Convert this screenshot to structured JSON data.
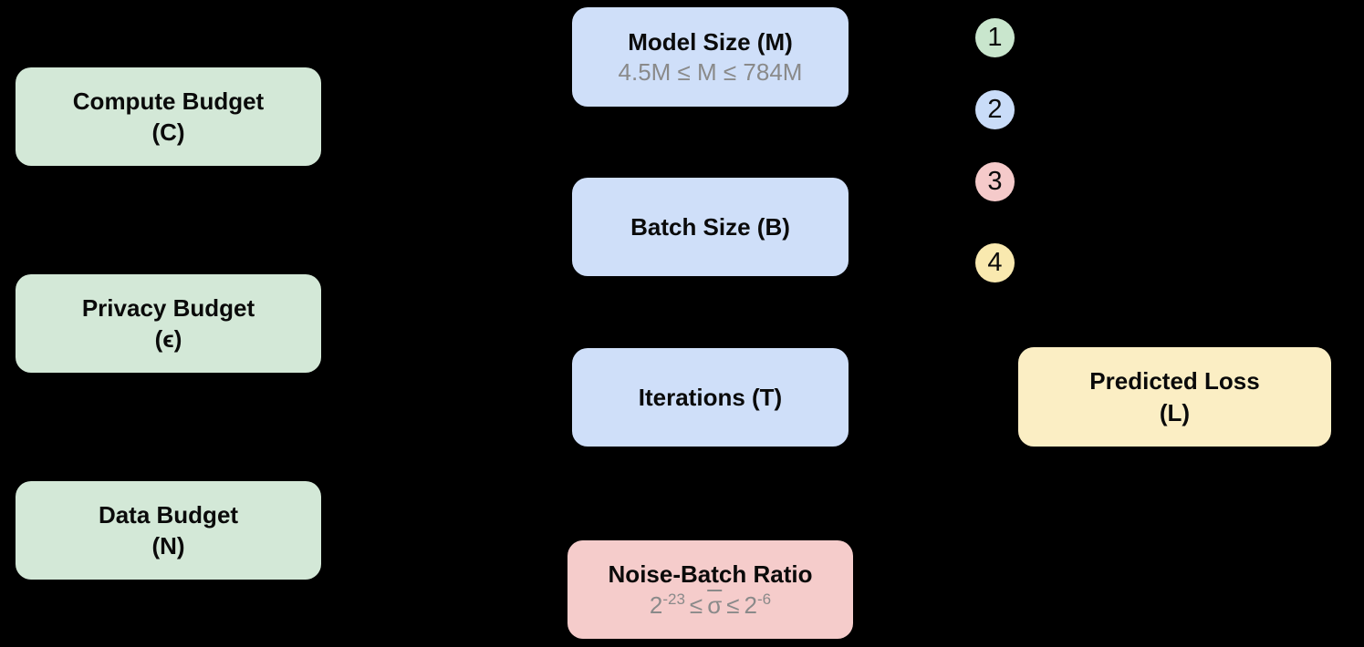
{
  "colors": {
    "background": "#000000",
    "node_green": "#d3e8d7",
    "node_blue": "#cfdff9",
    "node_pink": "#f5cccb",
    "node_yellow": "#fbeec4",
    "circle_green": "#c9e6cd",
    "circle_blue": "#c9dcf8",
    "circle_pink": "#f5caca",
    "circle_yellow": "#f9e9af",
    "subtitle_gray": "#8a8a8a",
    "title_text": "#0a0a0a"
  },
  "budget_nodes": [
    {
      "line1": "Compute Budget",
      "line2": "(C)"
    },
    {
      "line1": "Privacy Budget",
      "line2": "(ϵ)"
    },
    {
      "line1": "Data Budget",
      "line2": "(N)"
    }
  ],
  "hyperparam_nodes": [
    {
      "title": "Model Size (M)",
      "subtitle": "4.5M ≤ M ≤ 784M"
    },
    {
      "title": "Batch Size (B)"
    },
    {
      "title": "Iterations (T)"
    }
  ],
  "noise_batch_node": {
    "title": "Noise-Batch Ratio",
    "base_left": "2",
    "exp_left": "-23",
    "leq_left": "≤",
    "sigma": "σ",
    "leq_right": "≤",
    "base_right": "2",
    "exp_right": "-6"
  },
  "output_node": {
    "line1": "Predicted Loss",
    "line2": "(L)"
  },
  "legend_markers": [
    {
      "label": "1"
    },
    {
      "label": "2"
    },
    {
      "label": "3"
    },
    {
      "label": "4"
    }
  ]
}
